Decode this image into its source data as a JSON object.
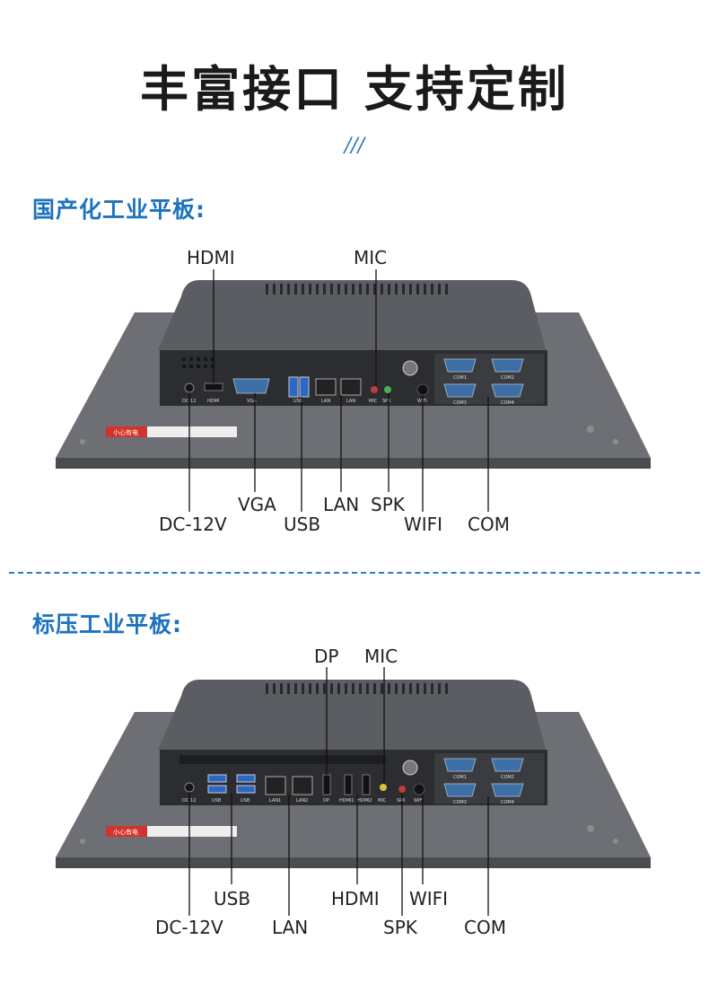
{
  "header": {
    "title": "丰富接口 支持定制",
    "decoration": "///"
  },
  "colors": {
    "heading_blue": "#1e73be",
    "panel_gray": "#6e7075",
    "body_gray": "#5a5c61",
    "port_panel": "#2b2d31"
  },
  "sections": [
    {
      "heading": "国产化工业平板:",
      "labels": {
        "hdmi": "HDMI",
        "mic": "MIC",
        "vga": "VGA",
        "lan": "LAN",
        "spk": "SPK",
        "dc": "DC-12V",
        "usb": "USB",
        "wifi": "WIFI",
        "com": "COM"
      },
      "port_marks": {
        "dc": "DC-12",
        "hdmi": "HDMI",
        "vga": "VGA",
        "usb": "USB",
        "lan1": "LAN",
        "lan2": "LAN",
        "mic": "MIC",
        "spk": "SPK",
        "wifi": "WIFI",
        "com1": "COM1",
        "com2": "COM2",
        "com3": "COM3",
        "com4": "COM4"
      },
      "warning": "小心有电"
    },
    {
      "heading": "标压工业平板:",
      "labels": {
        "dp": "DP",
        "mic": "MIC",
        "usb": "USB",
        "hdmi": "HDMI",
        "wifi": "WIFI",
        "dc": "DC-12V",
        "lan": "LAN",
        "spk": "SPK",
        "com": "COM"
      },
      "port_marks": {
        "dc": "DC-12",
        "usb1": "USB",
        "usb2": "USB",
        "lan1": "LAN1",
        "lan2": "LAN2",
        "dp": "DP",
        "hdmi1": "HDMI1",
        "hdmi2": "HDMI2",
        "mic": "MIC",
        "spk": "SPK",
        "wifi": "WIFI",
        "com1": "COM1",
        "com2": "COM2",
        "com3": "COM3",
        "com4": "COM4"
      },
      "warning": "小心有电"
    }
  ]
}
